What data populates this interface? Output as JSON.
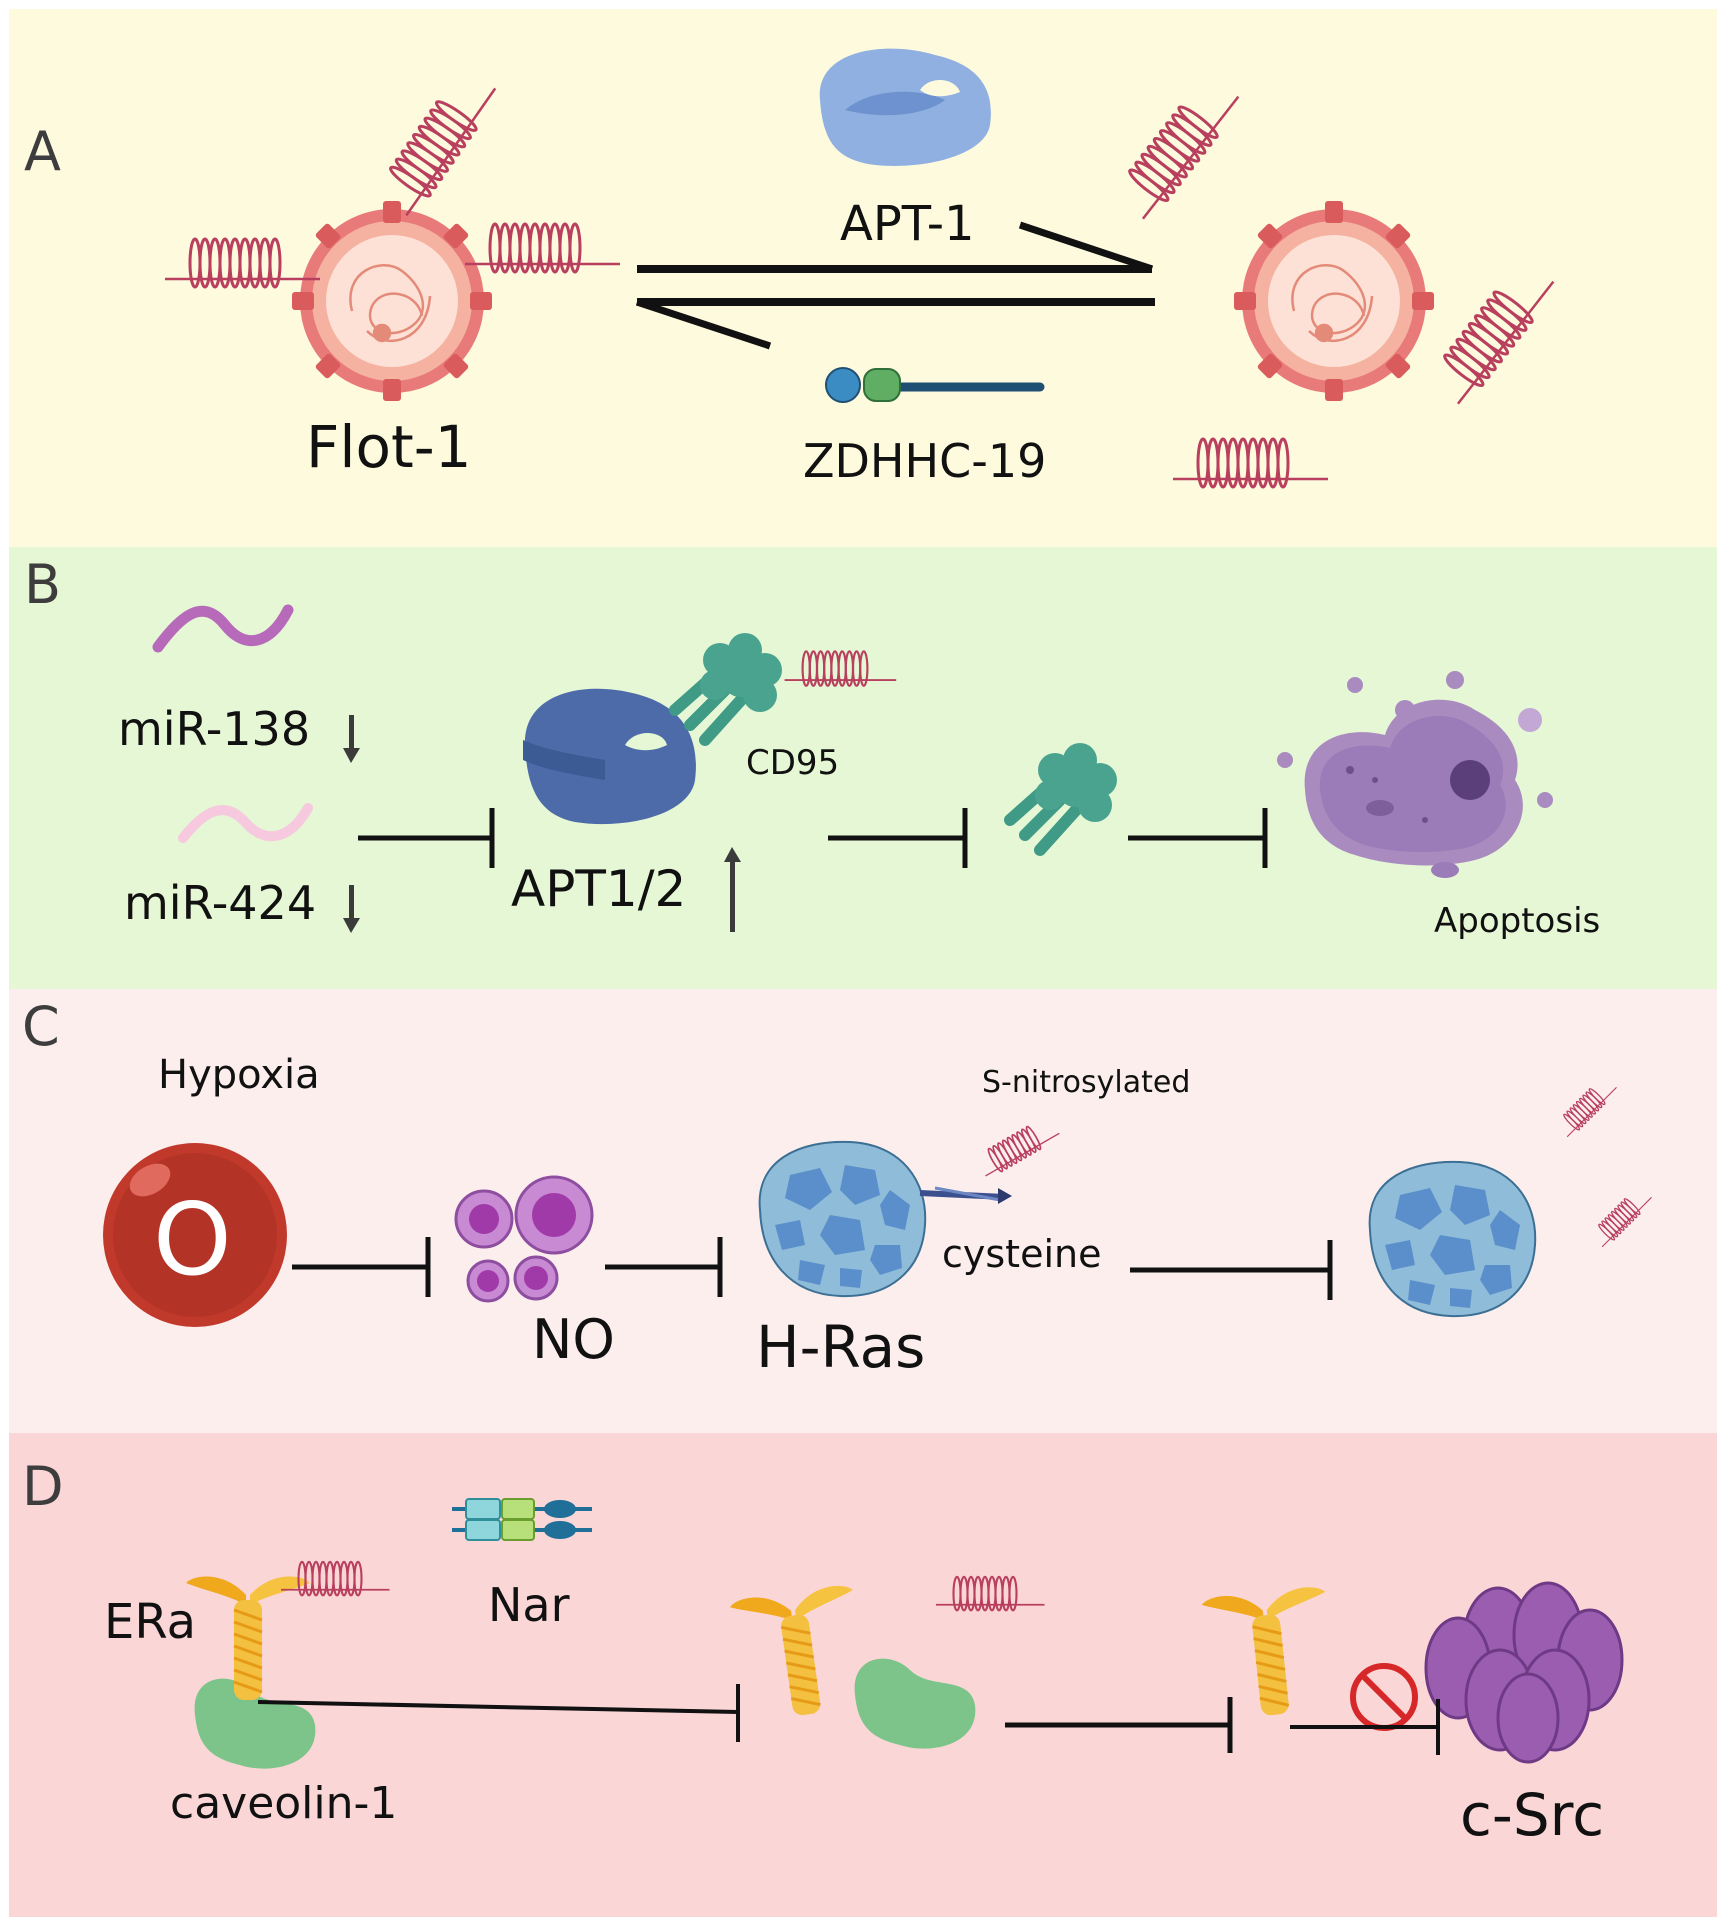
{
  "colors": {
    "panel_a": "#fdfade",
    "panel_b": "#e5f7d5",
    "panel_c": "#fdeeee",
    "panel_d": "#fbd6d6",
    "helix": "#b8405e",
    "apt": "#8fb0e0",
    "cd95": "#3f9a86",
    "mirna_138": "#b86aba",
    "mirna_424": "#f7c9df",
    "oxygen": "#c0392b",
    "no_molecule": "#b56bc4",
    "hras": "#8fbcd8",
    "era": "#f3c040",
    "caveolin": "#7cc48a",
    "csrc": "#9a5db0",
    "prohibit": "#d62828"
  },
  "panels": {
    "a": {
      "letter": "A",
      "protein_left": "Flot-1",
      "enzyme_top": "APT-1",
      "enzyme_bottom": "ZDHHC-19"
    },
    "b": {
      "letter": "B",
      "mirna_1": "miR-138",
      "mirna_2": "miR-424",
      "enzyme": "APT1/2",
      "receptor": "CD95",
      "outcome": "Apoptosis"
    },
    "c": {
      "letter": "C",
      "condition": "Hypoxia",
      "oxygen_symbol": "O",
      "molecule": "NO",
      "protein": "H-Ras",
      "modification": "S-nitrosylated",
      "residue": "cysteine"
    },
    "d": {
      "letter": "D",
      "receptor": "ERa",
      "drug": "Nar",
      "scaffold": "caveolin-1",
      "kinase": "c-Src"
    }
  }
}
